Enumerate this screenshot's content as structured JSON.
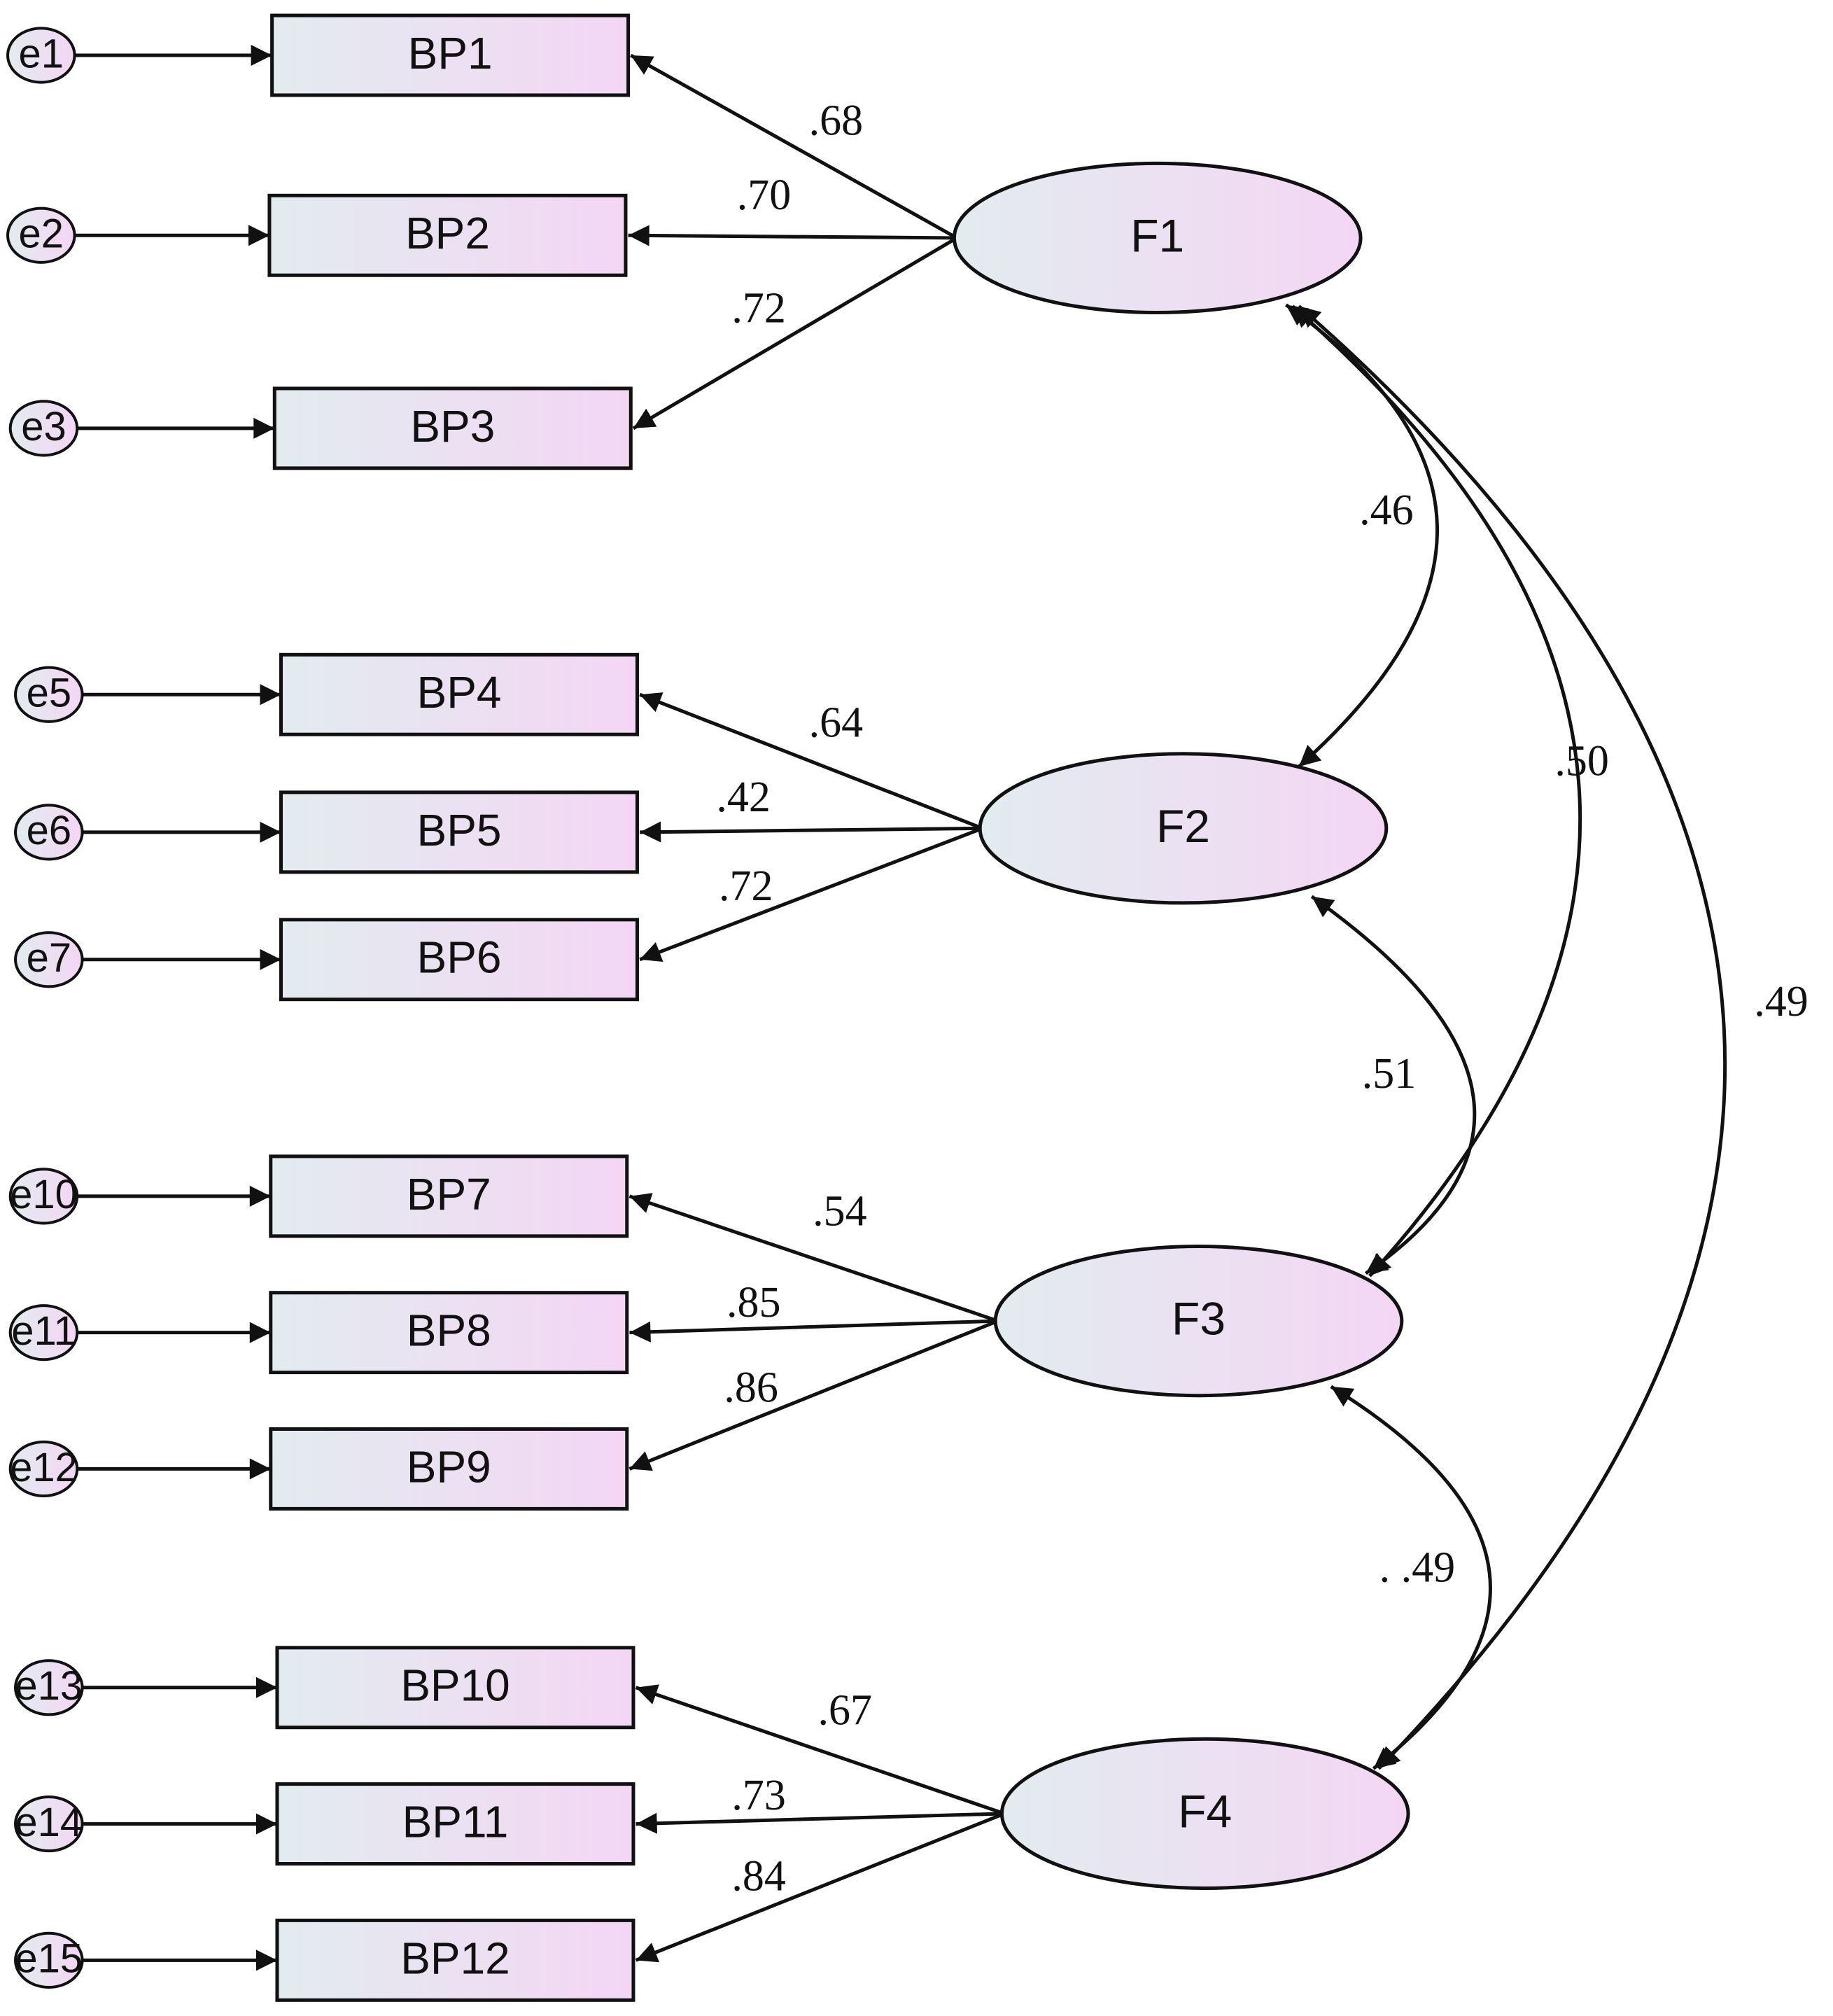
{
  "errors": [
    {
      "id": "e1",
      "label": "e1"
    },
    {
      "id": "e2",
      "label": "e2"
    },
    {
      "id": "e3",
      "label": "e3"
    },
    {
      "id": "e5",
      "label": "e5"
    },
    {
      "id": "e6",
      "label": "e6"
    },
    {
      "id": "e7",
      "label": "e7"
    },
    {
      "id": "e10",
      "label": "e10"
    },
    {
      "id": "e11",
      "label": "e11"
    },
    {
      "id": "e12",
      "label": "e12"
    },
    {
      "id": "e13",
      "label": "e13"
    },
    {
      "id": "e14",
      "label": "e14"
    },
    {
      "id": "e15",
      "label": "e15"
    }
  ],
  "indicators": [
    {
      "id": "BP1",
      "label": "BP1",
      "factor": "F1",
      "loading": ".68"
    },
    {
      "id": "BP2",
      "label": "BP2",
      "factor": "F1",
      "loading": ".70"
    },
    {
      "id": "BP3",
      "label": "BP3",
      "factor": "F1",
      "loading": ".72"
    },
    {
      "id": "BP4",
      "label": "BP4",
      "factor": "F2",
      "loading": ".64"
    },
    {
      "id": "BP5",
      "label": "BP5",
      "factor": "F2",
      "loading": ".42"
    },
    {
      "id": "BP6",
      "label": "BP6",
      "factor": "F2",
      "loading": ".72"
    },
    {
      "id": "BP7",
      "label": "BP7",
      "factor": "F3",
      "loading": ".54"
    },
    {
      "id": "BP8",
      "label": "BP8",
      "factor": "F3",
      "loading": ".85"
    },
    {
      "id": "BP9",
      "label": "BP9",
      "factor": "F3",
      "loading": ".86"
    },
    {
      "id": "BP10",
      "label": "BP10",
      "factor": "F4",
      "loading": ".67"
    },
    {
      "id": "BP11",
      "label": "BP11",
      "factor": "F4",
      "loading": ".73"
    },
    {
      "id": "BP12",
      "label": "BP12",
      "factor": "F4",
      "loading": ".84"
    }
  ],
  "factors": [
    {
      "id": "F1",
      "label": "F1"
    },
    {
      "id": "F2",
      "label": "F2"
    },
    {
      "id": "F3",
      "label": "F3"
    },
    {
      "id": "F4",
      "label": "F4"
    }
  ],
  "correlations": [
    {
      "from": "F1",
      "to": "F2",
      "value": ".46"
    },
    {
      "from": "F1",
      "to": "F3",
      "value": ".50"
    },
    {
      "from": "F1",
      "to": "F4",
      "value": ".49"
    },
    {
      "from": "F2",
      "to": "F3",
      "value": ".51"
    },
    {
      "from": "F3",
      "to": "F4",
      "value": ". .49"
    }
  ],
  "colors": {
    "fill_left": "#e2ecef",
    "fill_right": "#f4d6f4",
    "stroke": "#111111"
  }
}
